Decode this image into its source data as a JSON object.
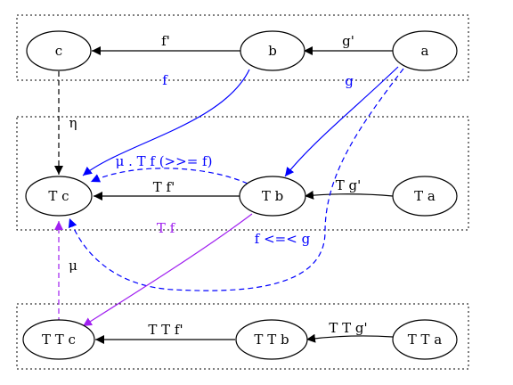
{
  "nodes": {
    "c": "c",
    "b": "b",
    "a": "a",
    "tc": "T c",
    "tb": "T b",
    "ta": "T a",
    "ttc": "T T c",
    "ttb": "T T b",
    "tta": "T T a"
  },
  "edges": {
    "f_prime": "f'",
    "g_prime": "g'",
    "f": "f",
    "g": "g",
    "eta": "η",
    "mu_bind": "μ . T f (>>= f)",
    "t_f_prime": "T f'",
    "t_g_prime": "T g'",
    "t_f": "T f",
    "kleisli": "f <=< g",
    "mu": "μ",
    "tt_f_prime": "T T f'",
    "tt_g_prime": "T T g'"
  },
  "colors": {
    "black": "#000000",
    "blue": "#0000ff",
    "purple": "#a020f0"
  }
}
